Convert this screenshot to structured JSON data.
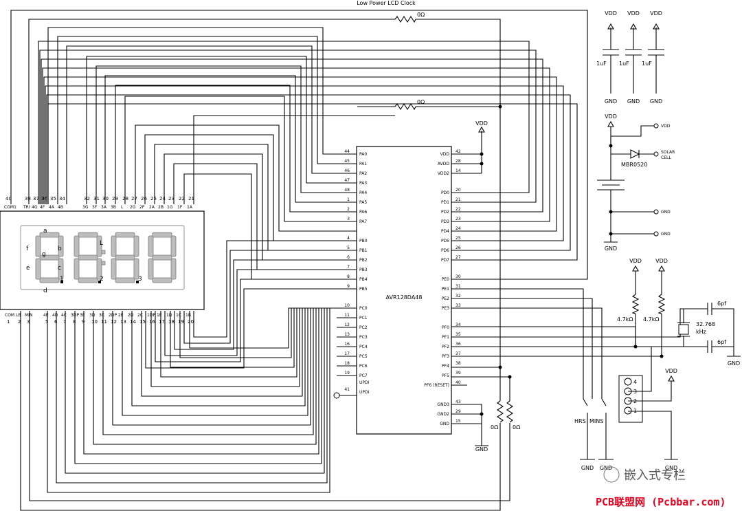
{
  "title": "Low Power LCD Clock",
  "lcd": {
    "top_pins": [
      "40",
      "38",
      "37",
      "36",
      "35",
      "34",
      "32",
      "31",
      "30",
      "29",
      "28",
      "27",
      "26",
      "25",
      "24",
      "23",
      "22",
      "21"
    ],
    "top_labels": [
      "COM1",
      "TRI",
      "4G",
      "4F",
      "4A",
      "4B",
      "3G",
      "3F",
      "3A",
      "3B",
      "L",
      "2G",
      "2F",
      "2A",
      "2B",
      "1G",
      "1F",
      "1A"
    ],
    "bottom_pins": [
      "1",
      "2",
      "3",
      "5",
      "6",
      "7",
      "8",
      "9",
      "10",
      "11",
      "12",
      "13",
      "14",
      "15",
      "16",
      "17",
      "18",
      "19",
      "20"
    ],
    "bottom_labels": [
      "COM",
      "LB",
      "MIN",
      "4E",
      "4D",
      "4C",
      "3DP",
      "3E",
      "3D",
      "3C",
      "2DP",
      "2E",
      "2D",
      "2C",
      "1DP",
      "1E",
      "1D",
      "1C",
      "1B"
    ],
    "seg_labels": [
      "a",
      "b",
      "c",
      "d",
      "e",
      "f",
      "g",
      "1",
      "2",
      "3",
      "L"
    ]
  },
  "mcu": {
    "name": "AVR128DA48",
    "left_pins": [
      {
        "num": "44",
        "name": "PA0"
      },
      {
        "num": "45",
        "name": "PA1"
      },
      {
        "num": "46",
        "name": "PA2"
      },
      {
        "num": "47",
        "name": "PA3"
      },
      {
        "num": "48",
        "name": "PA4"
      },
      {
        "num": "1",
        "name": "PA5"
      },
      {
        "num": "2",
        "name": "PA6"
      },
      {
        "num": "3",
        "name": "PA7"
      },
      {
        "num": "4",
        "name": "PB0"
      },
      {
        "num": "5",
        "name": "PB1"
      },
      {
        "num": "6",
        "name": "PB2"
      },
      {
        "num": "7",
        "name": "PB3"
      },
      {
        "num": "8",
        "name": "PB4"
      },
      {
        "num": "9",
        "name": "PB5"
      },
      {
        "num": "10",
        "name": "PC0"
      },
      {
        "num": "11",
        "name": "PC1"
      },
      {
        "num": "12",
        "name": "PC2"
      },
      {
        "num": "13",
        "name": "PC3"
      },
      {
        "num": "16",
        "name": "PC4"
      },
      {
        "num": "17",
        "name": "PC5"
      },
      {
        "num": "18",
        "name": "PC6"
      },
      {
        "num": "19",
        "name": "PC7"
      },
      {
        "num": "41",
        "name": "UPDI"
      }
    ],
    "right_pins": [
      {
        "num": "42",
        "name": "VDD"
      },
      {
        "num": "28",
        "name": "AVDD"
      },
      {
        "num": "14",
        "name": "VDD2"
      },
      {
        "num": "20",
        "name": "PD0"
      },
      {
        "num": "21",
        "name": "PD1"
      },
      {
        "num": "22",
        "name": "PD2"
      },
      {
        "num": "23",
        "name": "PD3"
      },
      {
        "num": "24",
        "name": "PD4"
      },
      {
        "num": "25",
        "name": "PD5"
      },
      {
        "num": "26",
        "name": "PD6"
      },
      {
        "num": "27",
        "name": "PD7"
      },
      {
        "num": "30",
        "name": "PE0"
      },
      {
        "num": "31",
        "name": "PE1"
      },
      {
        "num": "32",
        "name": "PE2"
      },
      {
        "num": "33",
        "name": "PE3"
      },
      {
        "num": "34",
        "name": "PF0"
      },
      {
        "num": "35",
        "name": "PF1"
      },
      {
        "num": "36",
        "name": "PF2"
      },
      {
        "num": "37",
        "name": "PF3"
      },
      {
        "num": "38",
        "name": "PF4"
      },
      {
        "num": "39",
        "name": "PF5"
      },
      {
        "num": "40",
        "name": "PF6 (RESET)"
      },
      {
        "num": "43",
        "name": "GND3"
      },
      {
        "num": "29",
        "name": "GND2"
      },
      {
        "num": "15",
        "name": "GND"
      }
    ],
    "updi_inside": "UPDI"
  },
  "labels": {
    "vdd": "VDD",
    "gnd": "GND",
    "r0": "0Ω",
    "cap_1uf": "1uF",
    "diode": "MBR0520",
    "solar": "SOLAR",
    "cell": "CELL",
    "r47k": "4.7kΩ",
    "cap_6pf": "6pf",
    "xtal_freq": "32.768",
    "xtal_unit": "kHz",
    "hrs": "HRS",
    "mins": "MINS",
    "hdr": [
      "4",
      "3",
      "2",
      "1"
    ]
  },
  "watermark": {
    "brand": "嵌入式专栏",
    "site": "PCB联盟网 (Pcbbar.com)"
  }
}
